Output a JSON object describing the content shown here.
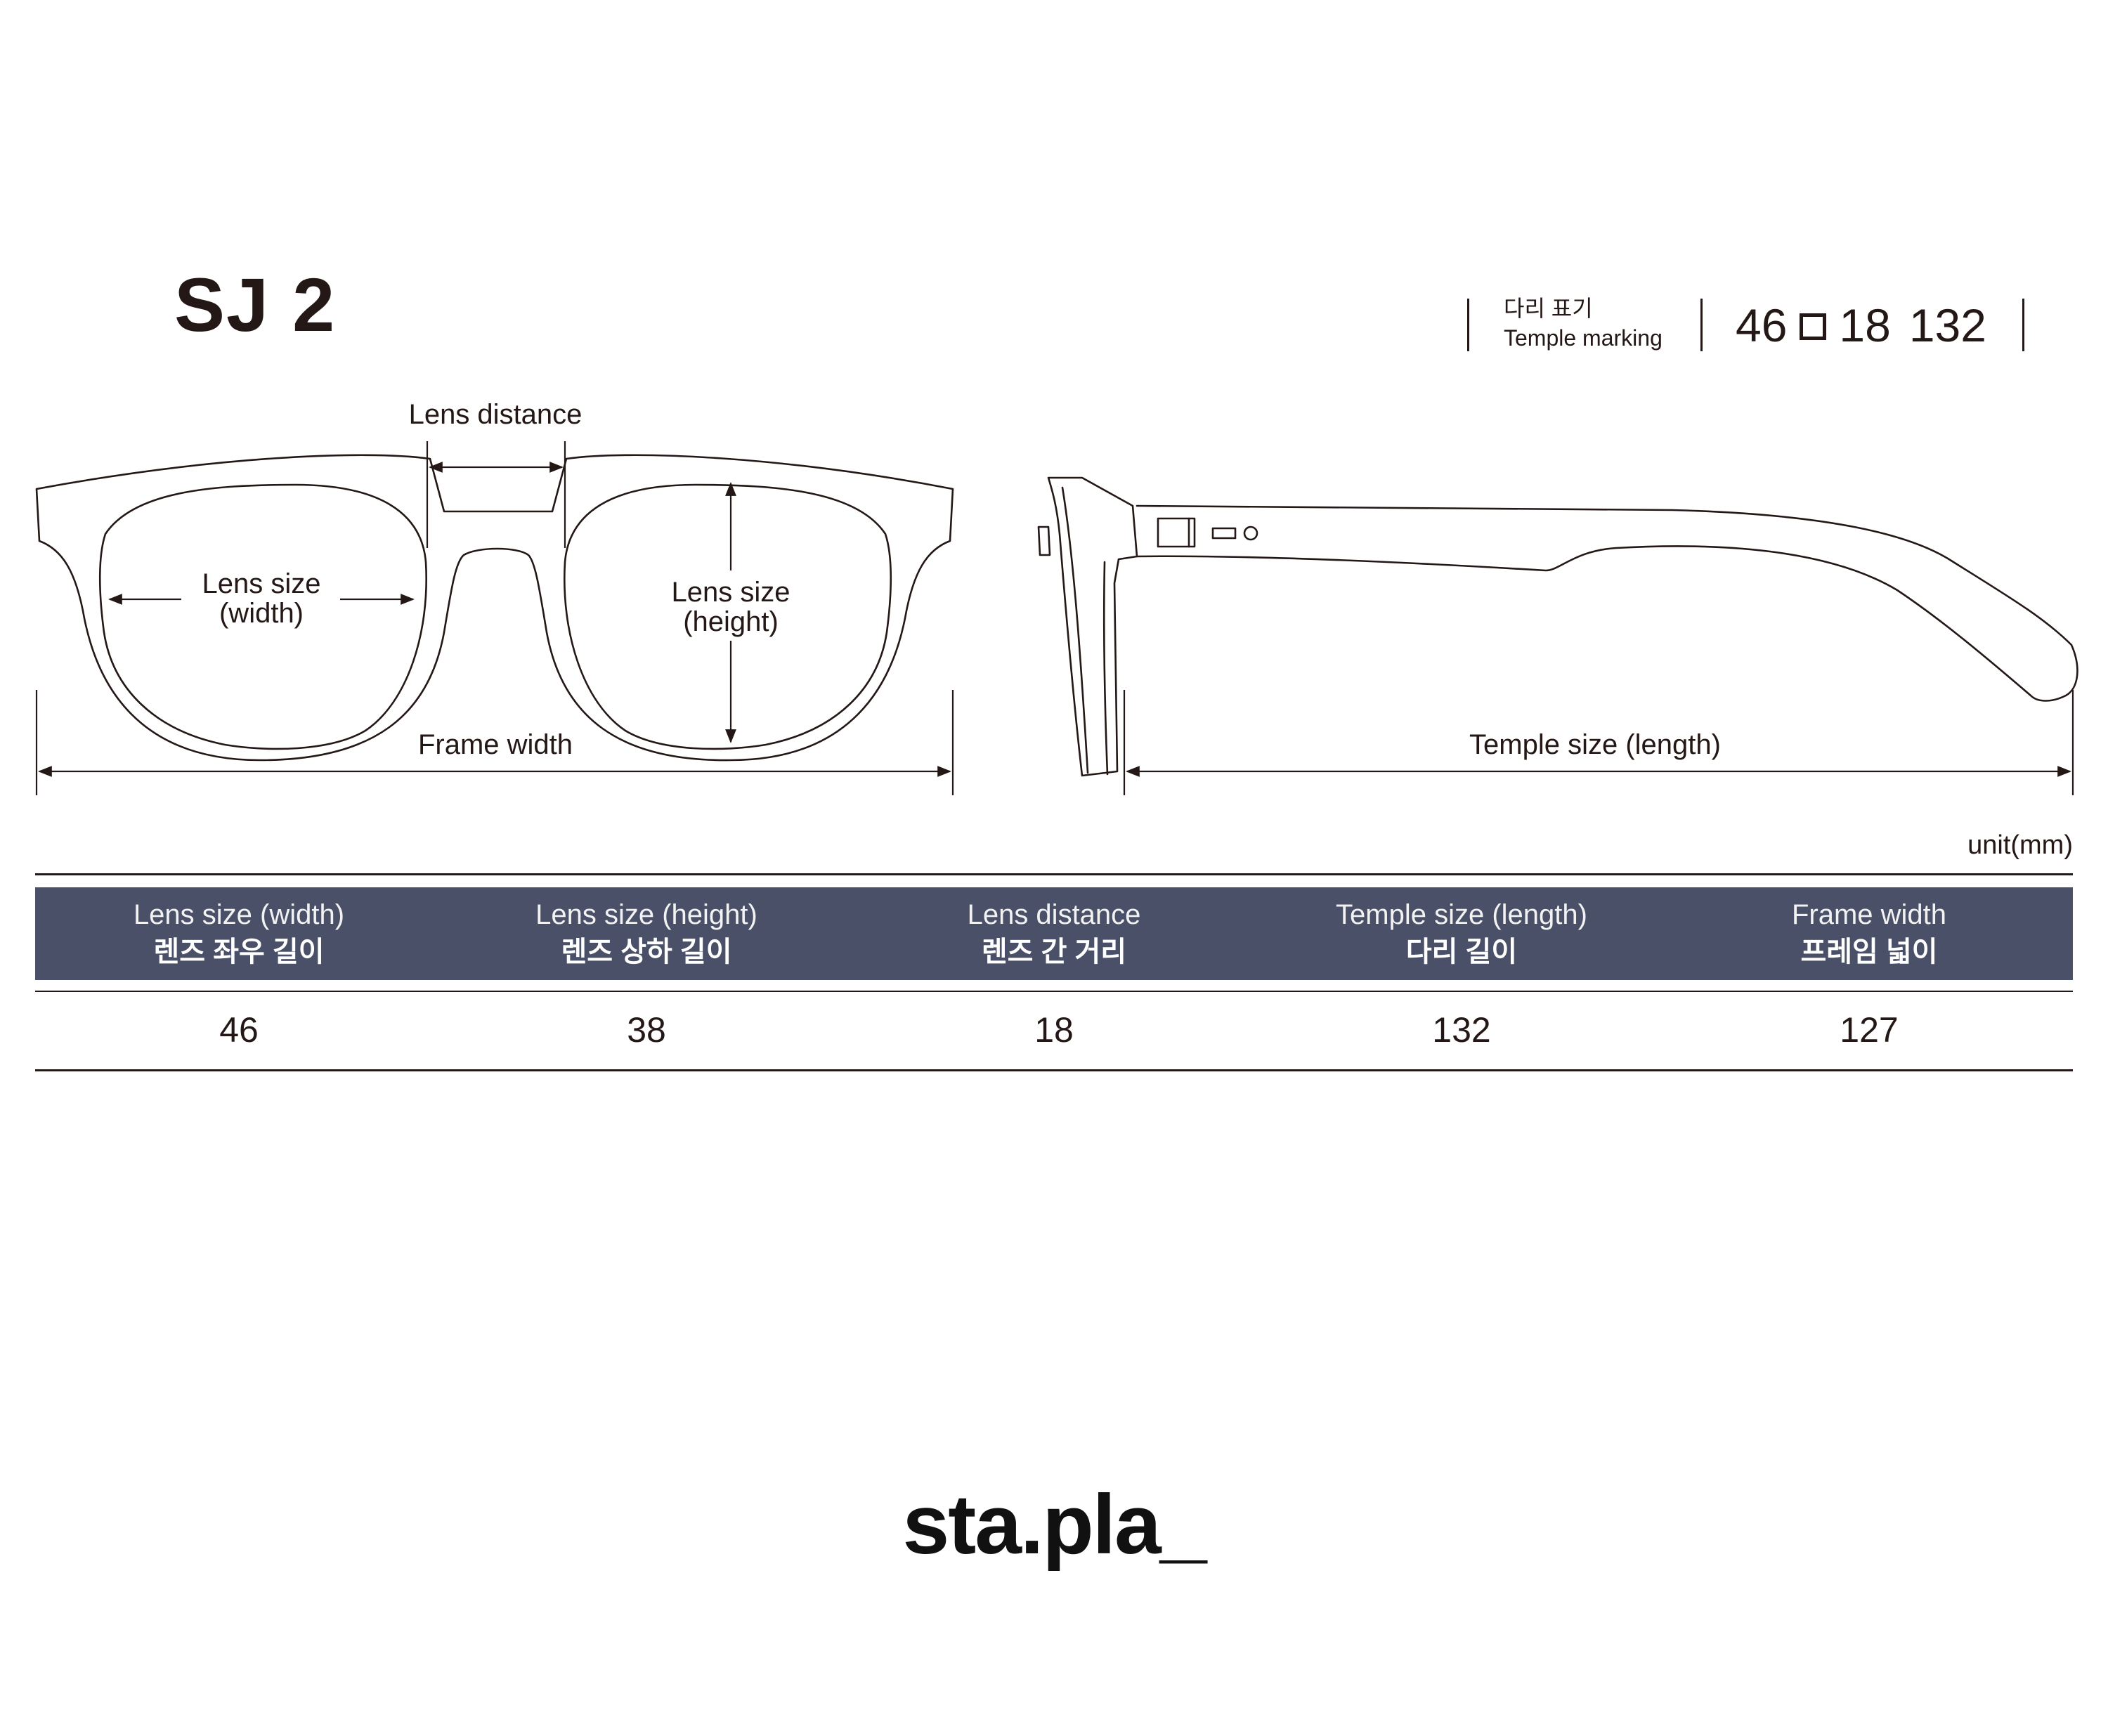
{
  "product": {
    "model": "SJ 2",
    "brand": "sta.pla_"
  },
  "temple_marking": {
    "label_ko": "다리 표기",
    "label_en": "Temple marking",
    "lens": "46",
    "bridge": "18",
    "temple": "132"
  },
  "diagram": {
    "lens_distance": "Lens distance",
    "lens_size_width": [
      "Lens size",
      "(width)"
    ],
    "lens_size_height": [
      "Lens size",
      "(height)"
    ],
    "frame_width": "Frame width",
    "temple_size": "Temple size (length)"
  },
  "table": {
    "unit": "unit(mm)",
    "columns": [
      {
        "en": "Lens size (width)",
        "ko": "렌즈 좌우 길이",
        "value": "46"
      },
      {
        "en": "Lens size (height)",
        "ko": "렌즈 상하 길이",
        "value": "38"
      },
      {
        "en": "Lens distance",
        "ko": "렌즈 간 거리",
        "value": "18"
      },
      {
        "en": "Temple size (length)",
        "ko": "다리 길이",
        "value": "132"
      },
      {
        "en": "Frame width",
        "ko": "프레임 넓이",
        "value": "127"
      }
    ]
  },
  "colors": {
    "header_bg": "#4a5068",
    "text": "#231815"
  }
}
